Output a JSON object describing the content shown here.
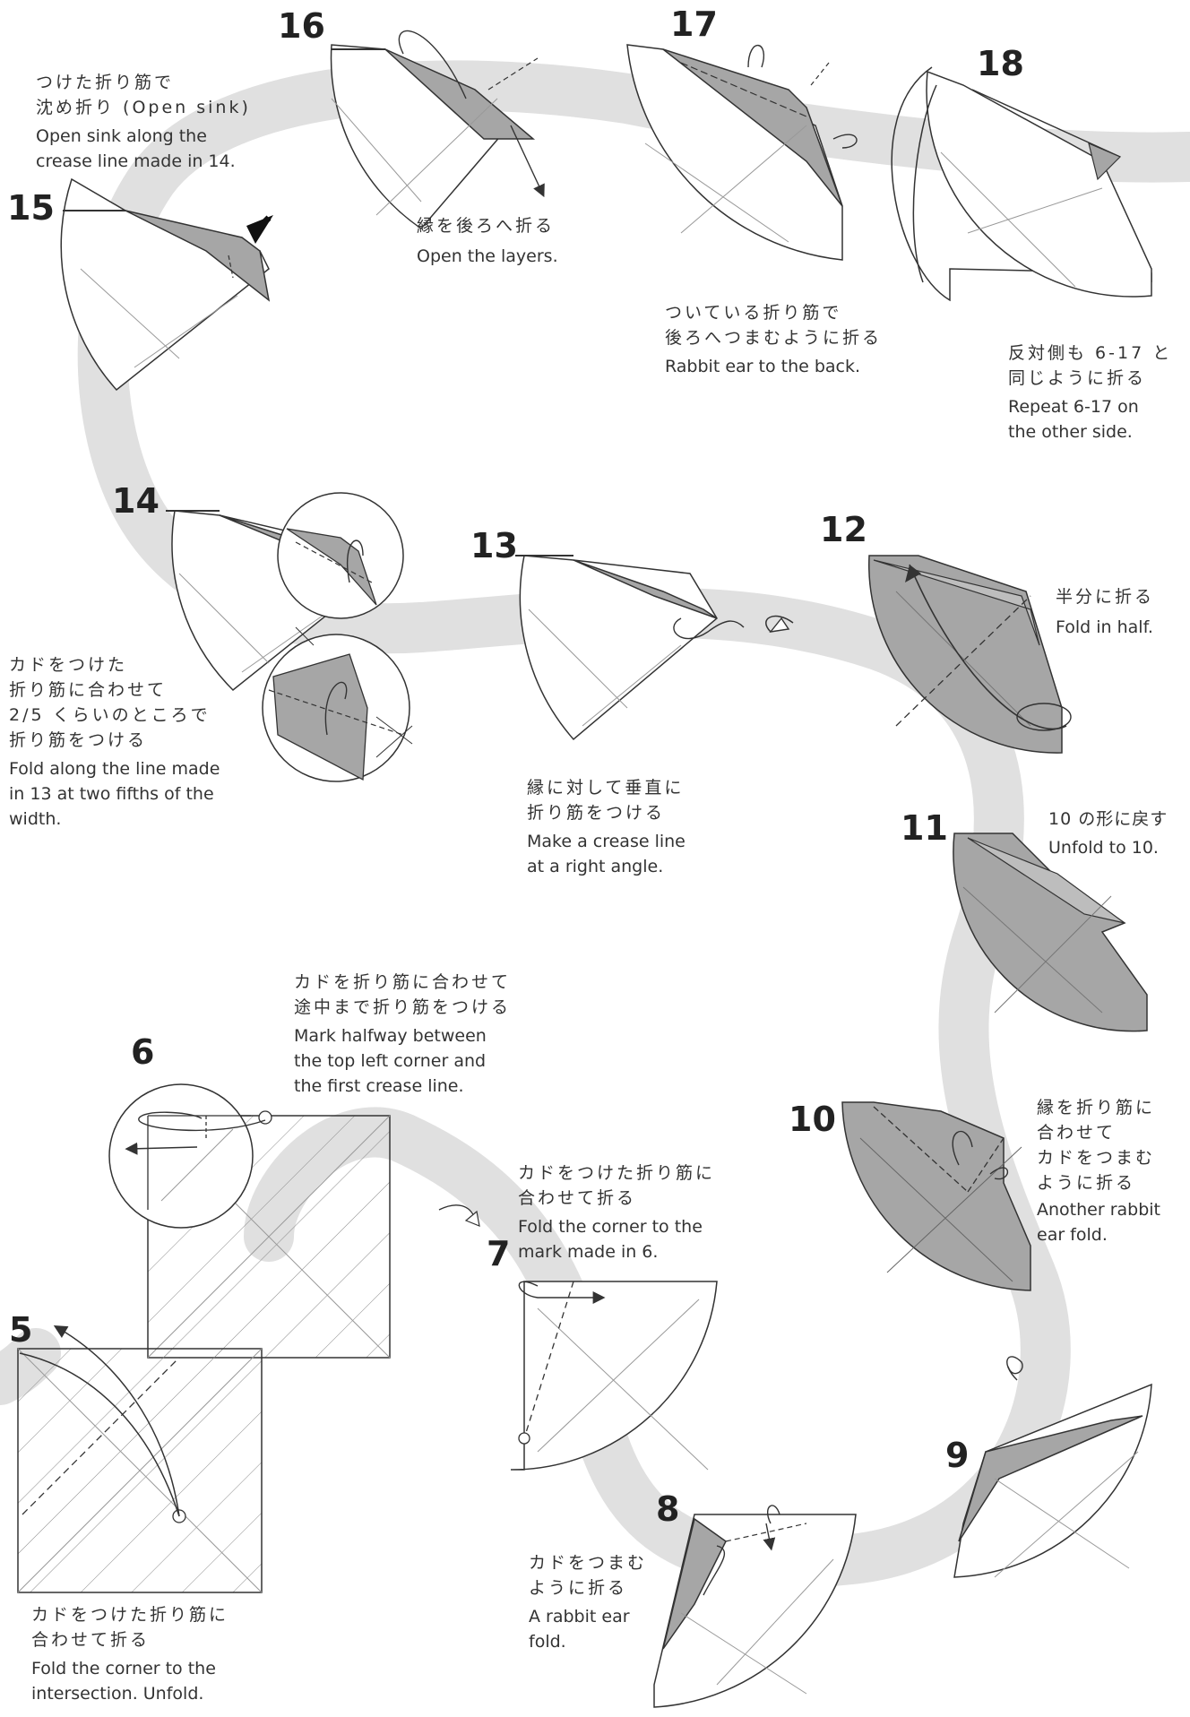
{
  "colors": {
    "background": "#ffffff",
    "path_band": "#e0e0e0",
    "paper_fill": "#a6a6a6",
    "paper_fill_light": "#bdbdbd",
    "line": "#333333"
  },
  "steps": [
    {
      "number": "5",
      "jp": [
        "カドをつけた折り筋に",
        "合わせて折る"
      ],
      "en": [
        "Fold the corner to the",
        "intersection. Unfold."
      ]
    },
    {
      "number": "6",
      "jp": [
        "カドを折り筋に合わせて",
        "途中まで折り筋をつける"
      ],
      "en": [
        "Mark halfway between",
        "the top left corner and",
        "the first crease line."
      ]
    },
    {
      "number": "7",
      "jp": [
        "カドをつけた折り筋に",
        "合わせて折る"
      ],
      "en": [
        "Fold the corner to the",
        "mark made in 6."
      ]
    },
    {
      "number": "8",
      "jp": [
        "カドをつまむ",
        "ように折る"
      ],
      "en": [
        "A rabbit ear",
        "fold."
      ]
    },
    {
      "number": "9",
      "jp": [],
      "en": []
    },
    {
      "number": "10",
      "jp": [
        "縁を折り筋に",
        "合わせて",
        "カドをつまむ",
        "ように折る"
      ],
      "en": [
        "Another rabbit",
        "ear fold."
      ]
    },
    {
      "number": "11",
      "jp": [
        "10 の形に戻す"
      ],
      "en": [
        "Unfold to 10."
      ]
    },
    {
      "number": "12",
      "jp": [
        "半分に折る"
      ],
      "en": [
        "Fold in half."
      ]
    },
    {
      "number": "13",
      "jp": [
        "縁に対して垂直に",
        "折り筋をつける"
      ],
      "en": [
        "Make a crease line",
        "at a right angle."
      ]
    },
    {
      "number": "14",
      "jp": [
        "カドをつけた",
        "折り筋に合わせて",
        "2/5 くらいのところで",
        "折り筋をつける"
      ],
      "en": [
        "Fold along the line made",
        "in 13 at two fifths of the",
        "width."
      ]
    },
    {
      "number": "15",
      "jp": [
        "つけた折り筋で",
        "沈め折り (Open sink)"
      ],
      "en": [
        "Open sink along the",
        "crease line made in 14."
      ]
    },
    {
      "number": "16",
      "jp": [
        "縁を後ろへ折る"
      ],
      "en": [
        "Open the layers."
      ]
    },
    {
      "number": "17",
      "jp": [
        "ついている折り筋で",
        "後ろへつまむように折る"
      ],
      "en": [
        "Rabbit ear to the back."
      ]
    },
    {
      "number": "18",
      "jp": [
        "反対側も 6-17 と",
        "同じように折る"
      ],
      "en": [
        "Repeat 6-17 on",
        "the other side."
      ]
    }
  ]
}
